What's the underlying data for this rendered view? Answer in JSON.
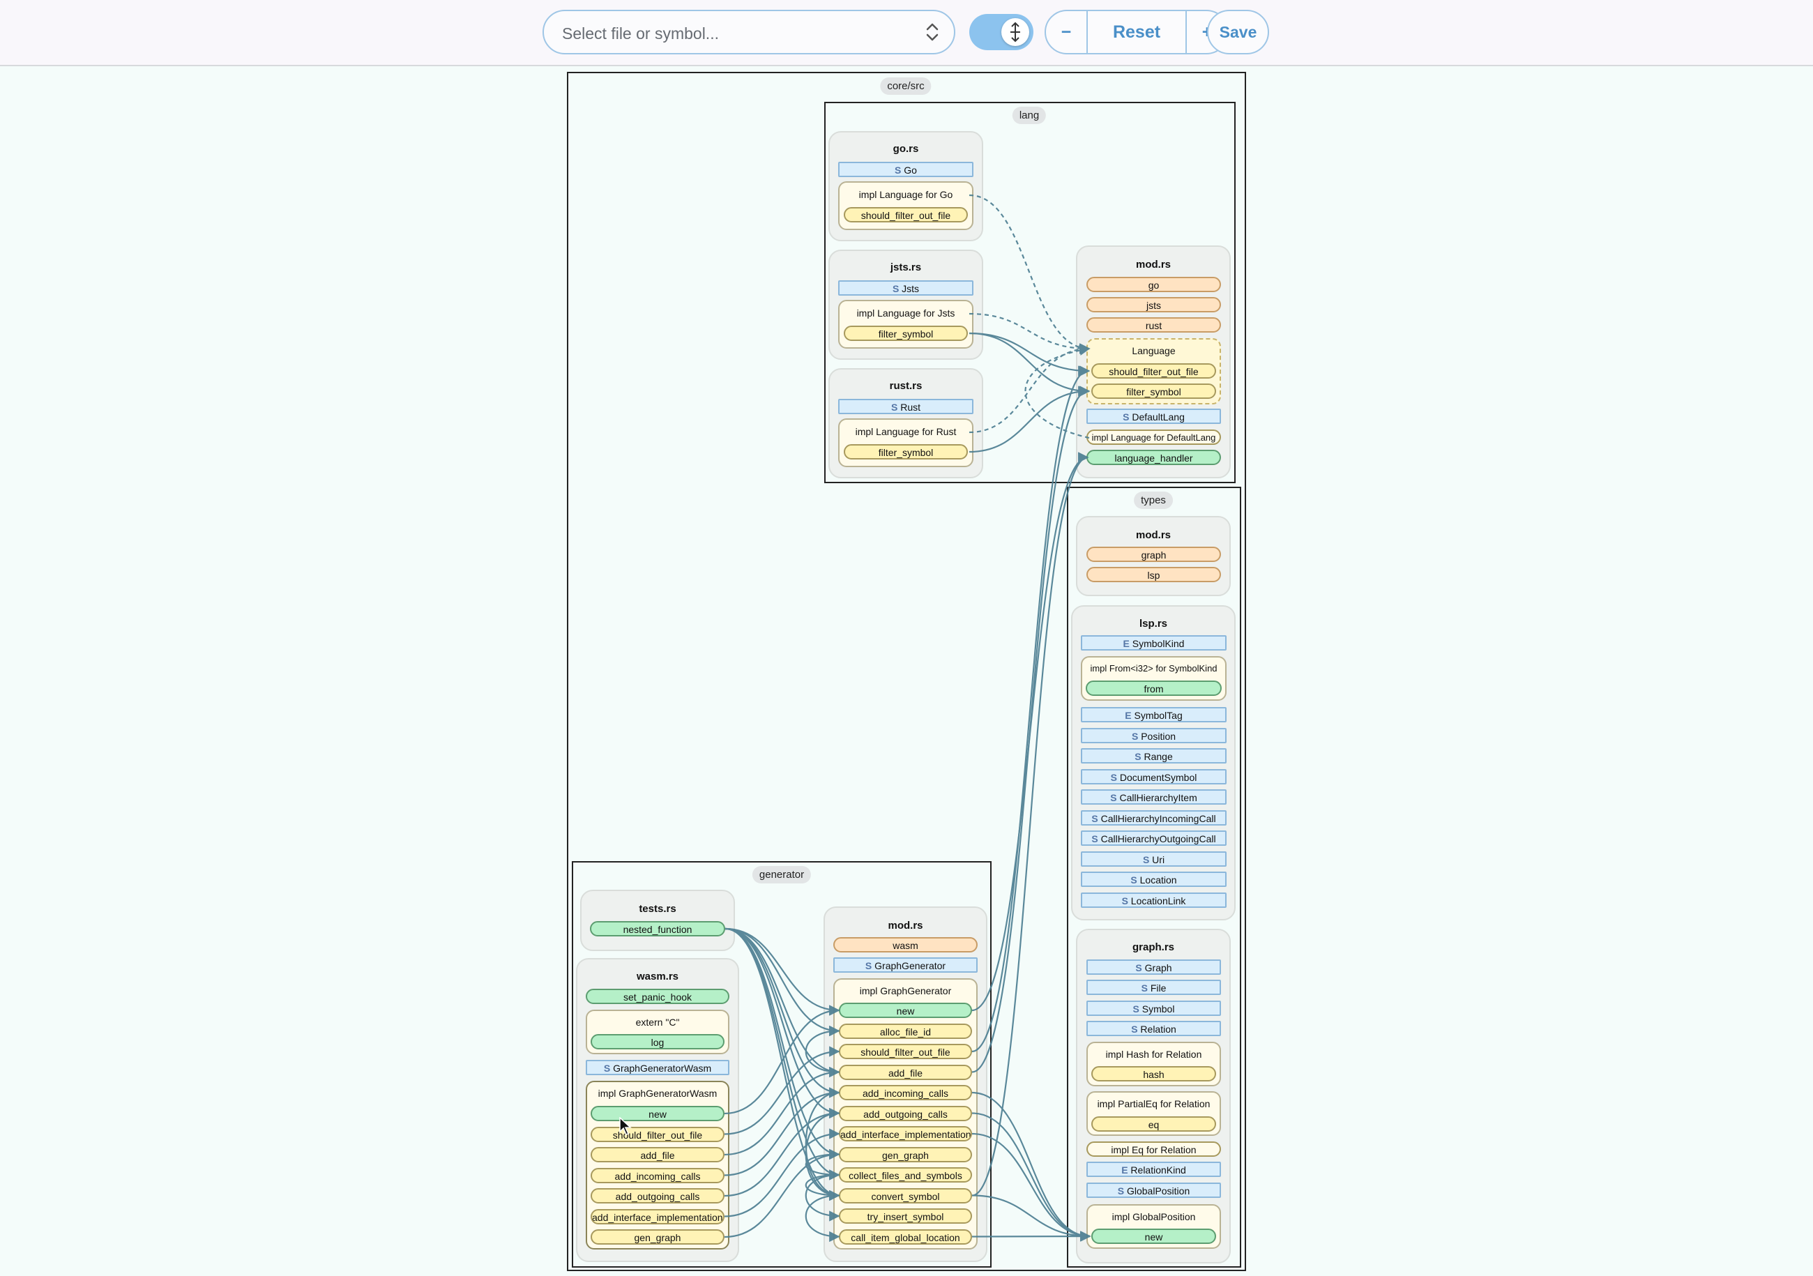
{
  "toolbar": {
    "search_placeholder": "Select file or symbol...",
    "zoom_out": "−",
    "reset": "Reset",
    "zoom_in": "+",
    "save": "Save"
  },
  "colors": {
    "edge": "#4d7f92",
    "module": "#ffe3c2",
    "function": "#fff3b6",
    "entry": "#b5f0c8",
    "struct": "#d9edfb"
  },
  "graph": {
    "root_label": "core/src",
    "lang": {
      "label": "lang",
      "go_rs": {
        "title": "go.rs",
        "struct_go": "Go",
        "impl": "impl Language for Go",
        "fn": "should_filter_out_file"
      },
      "jsts_rs": {
        "title": "jsts.rs",
        "struct_jsts": "Jsts",
        "impl": "impl Language for Jsts",
        "fn": "filter_symbol"
      },
      "rust_rs": {
        "title": "rust.rs",
        "struct_rust": "Rust",
        "impl": "impl Language for Rust",
        "fn": "filter_symbol"
      },
      "mod_rs": {
        "title": "mod.rs",
        "mods": [
          "go",
          "jsts",
          "rust"
        ],
        "trait": "Language",
        "trait_fns": [
          "should_filter_out_file",
          "filter_symbol"
        ],
        "struct_default": "DefaultLang",
        "impl_default": "impl Language for DefaultLang",
        "handler": "language_handler"
      }
    },
    "types": {
      "label": "types",
      "mod_rs": {
        "title": "mod.rs",
        "mods": [
          "graph",
          "lsp"
        ]
      },
      "lsp_rs": {
        "title": "lsp.rs",
        "enum_symbolkind": "SymbolKind",
        "impl_from": "impl From<i32> for SymbolKind",
        "fn_from": "from",
        "items": [
          {
            "kind": "E",
            "name": "SymbolTag"
          },
          {
            "kind": "S",
            "name": "Position"
          },
          {
            "kind": "S",
            "name": "Range"
          },
          {
            "kind": "S",
            "name": "DocumentSymbol"
          },
          {
            "kind": "S",
            "name": "CallHierarchyItem"
          },
          {
            "kind": "S",
            "name": "CallHierarchyIncomingCall"
          },
          {
            "kind": "S",
            "name": "CallHierarchyOutgoingCall"
          },
          {
            "kind": "S",
            "name": "Uri"
          },
          {
            "kind": "S",
            "name": "Location"
          },
          {
            "kind": "S",
            "name": "LocationLink"
          }
        ]
      },
      "graph_rs": {
        "title": "graph.rs",
        "structs": [
          "Graph",
          "File",
          "Symbol",
          "Relation"
        ],
        "impl_hash": "impl Hash for Relation",
        "fn_hash": "hash",
        "impl_partialeq": "impl PartialEq for Relation",
        "fn_eq": "eq",
        "impl_eq": "impl Eq for Relation",
        "enum_relationkind": "RelationKind",
        "struct_globalposition": "GlobalPosition",
        "impl_globalposition": "impl GlobalPosition",
        "fn_new": "new"
      }
    },
    "generator": {
      "label": "generator",
      "tests_rs": {
        "title": "tests.rs",
        "fn": "nested_function"
      },
      "wasm_rs": {
        "title": "wasm.rs",
        "set_panic_hook": "set_panic_hook",
        "extern_c": "extern \"C\"",
        "log": "log",
        "struct_wasm": "GraphGeneratorWasm",
        "impl_wasm": "impl GraphGeneratorWasm",
        "fns": [
          "new",
          "should_filter_out_file",
          "add_file",
          "add_incoming_calls",
          "add_outgoing_calls",
          "add_interface_implementations",
          "gen_graph"
        ]
      },
      "mod_rs": {
        "title": "mod.rs",
        "mod_wasm": "wasm",
        "struct_gen": "GraphGenerator",
        "impl_gen": "impl GraphGenerator",
        "fns": [
          "new",
          "alloc_file_id",
          "should_filter_out_file",
          "add_file",
          "add_incoming_calls",
          "add_outgoing_calls",
          "add_interface_implementations",
          "gen_graph",
          "collect_files_and_symbols",
          "convert_symbol",
          "try_insert_symbol",
          "call_item_global_location"
        ]
      }
    }
  },
  "kind_letters": {
    "struct": "S",
    "enum": "E"
  }
}
